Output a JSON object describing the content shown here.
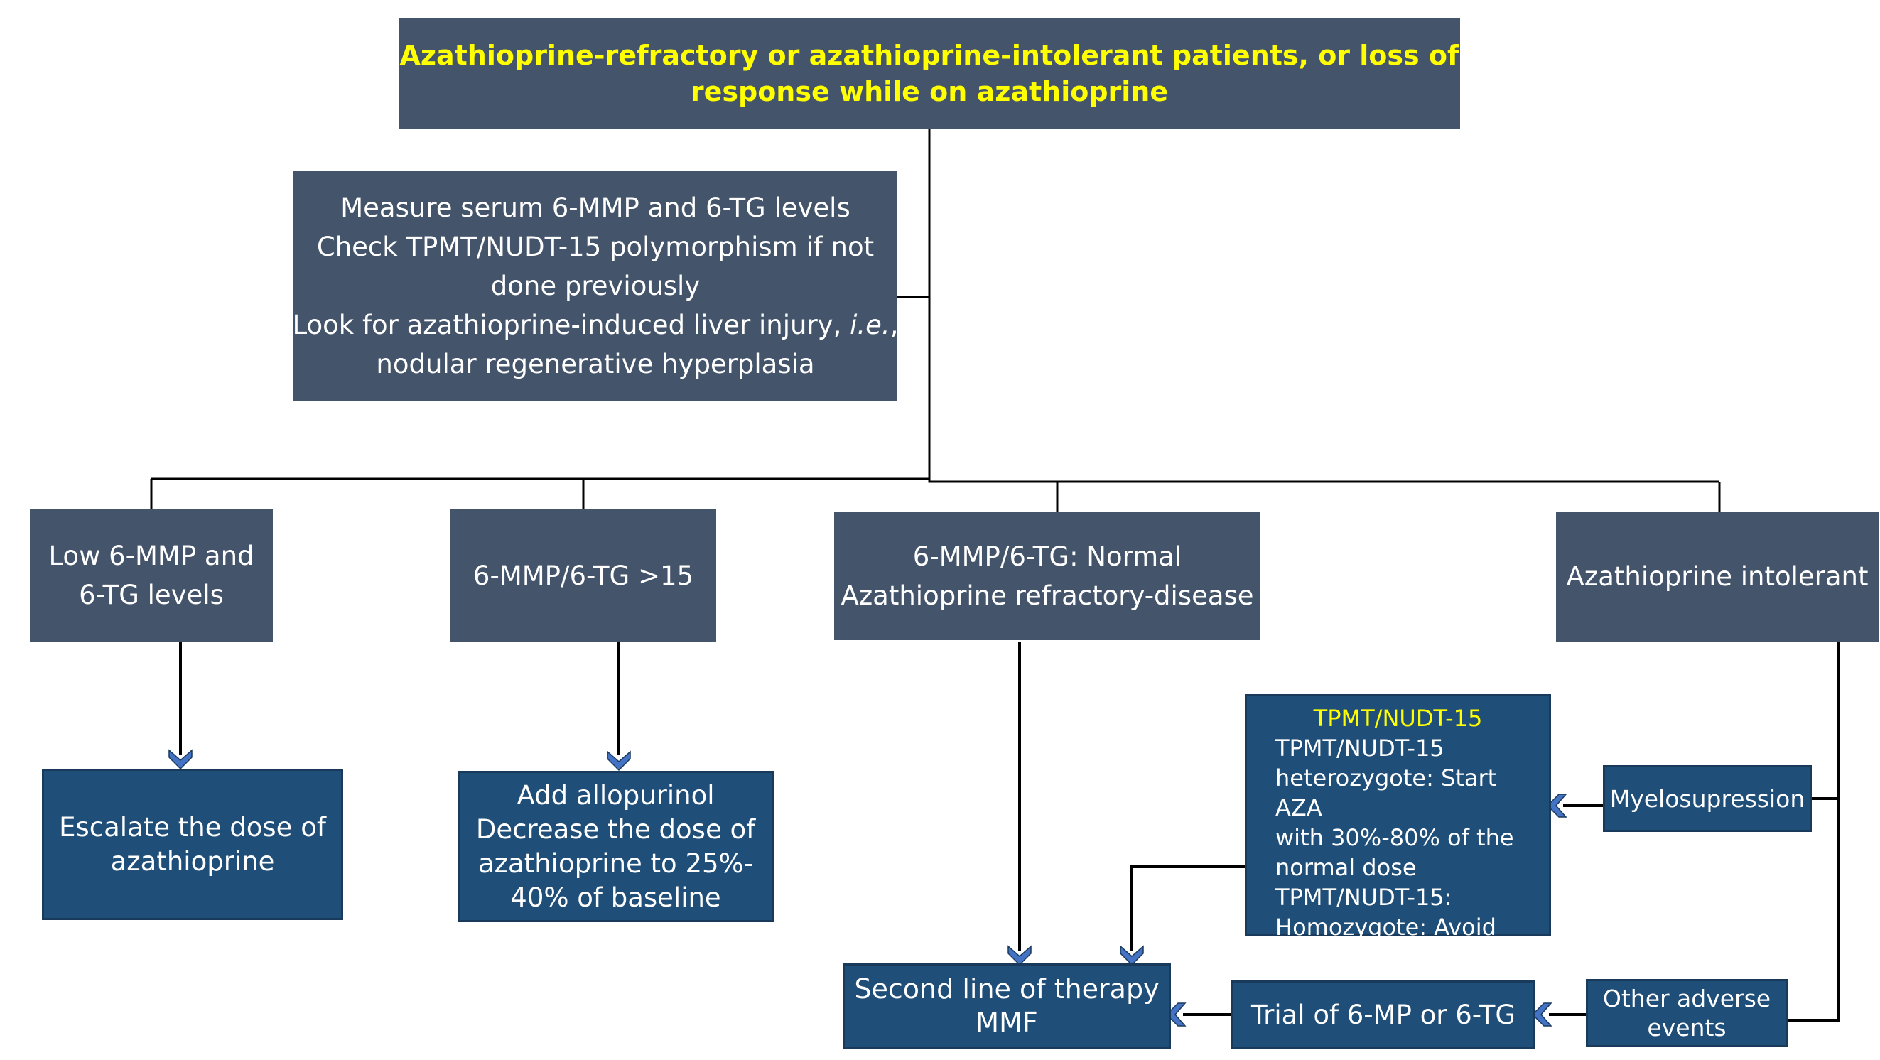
{
  "top": {
    "lines": [
      "Azathioprine-refractory or azathioprine-intolerant patients, or loss of",
      "response while on azathioprine"
    ]
  },
  "measure": {
    "lines": [
      "Measure serum 6-MMP and 6-TG levels",
      "Check TPMT/NUDT-15 polymorphism if not",
      "done previously",
      "Look for azathioprine-induced liver injury, ",
      "nodular regenerative hyperplasia"
    ],
    "ie": "i.e.",
    "ie_suffix": ","
  },
  "low": {
    "lines": [
      "Low 6-MMP and",
      "6-TG levels"
    ]
  },
  "high": {
    "label": "6-MMP/6-TG >15"
  },
  "normal": {
    "lines": [
      "6-MMP/6-TG: Normal",
      "Azathioprine refractory-disease"
    ]
  },
  "intolerant": {
    "label": "Azathioprine intolerant"
  },
  "escalate": {
    "lines": [
      "Escalate the dose of",
      "azathioprine"
    ]
  },
  "allopurinol": {
    "lines": [
      "Add allopurinol",
      "Decrease the dose of",
      "azathioprine to 25%-",
      "40% of baseline"
    ]
  },
  "tpmt": {
    "title": "TPMT/NUDT-15",
    "lines": [
      "TPMT/NUDT-15",
      "heterozygote: Start AZA",
      "with 30%-80% of the",
      "normal dose",
      "TPMT/NUDT-15:",
      "Homozygote: Avoid AZA"
    ]
  },
  "myelo": {
    "label": "Myelosupression"
  },
  "second": {
    "lines": [
      "Second line of therapy",
      "MMF"
    ]
  },
  "trial": {
    "label": "Trial of 6-MP or 6-TG"
  },
  "other": {
    "lines": [
      "Other adverse",
      "events"
    ]
  },
  "colors": {
    "slate_box": "#44546a",
    "navy_box": "#1f4e79",
    "highlight_text": "#ffff00",
    "arrow_head": "#4472c4",
    "connector": "#000000"
  }
}
